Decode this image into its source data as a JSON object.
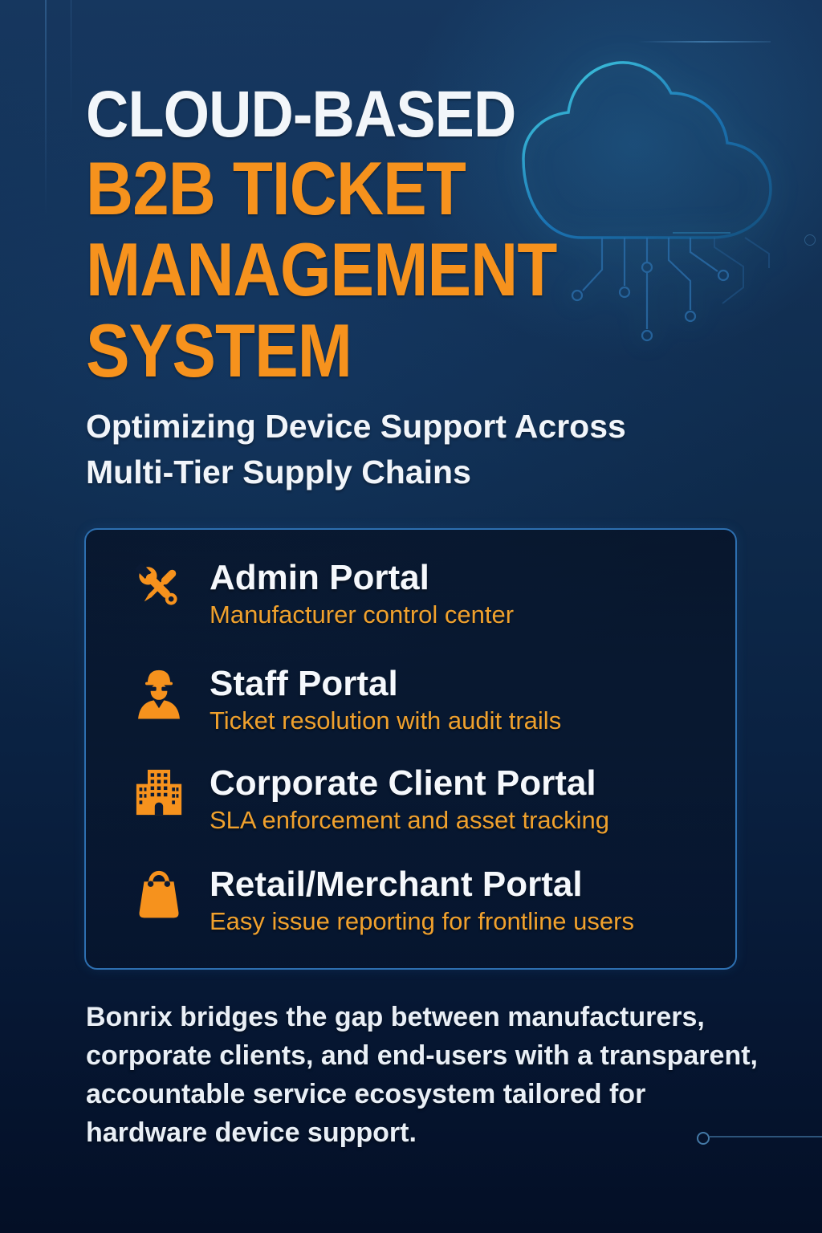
{
  "header": {
    "title_line": "CLOUD-BASED",
    "accent_lines": [
      "B2B TICKET",
      "MANAGEMENT",
      "SYSTEM"
    ],
    "subtitle_lines": [
      "Optimizing Device Support Across",
      "Multi-Tier Supply Chains"
    ]
  },
  "portals": {
    "items": [
      {
        "icon": "tools-icon",
        "title": "Admin Portal",
        "description": "Manufacturer control center"
      },
      {
        "icon": "technician-icon",
        "title": "Staff Portal",
        "description": "Ticket resolution with audit trails"
      },
      {
        "icon": "office-building-icon",
        "title": "Corporate Client Portal",
        "description": "SLA enforcement and asset tracking"
      },
      {
        "icon": "shopping-bag-icon",
        "title": "Retail/Merchant Portal",
        "description": "Easy issue reporting for frontline users"
      }
    ]
  },
  "footer": {
    "lines": [
      "Bonrix bridges the gap between manufacturers,",
      "corporate clients, and end-users with a transparent,",
      "accountable service ecosystem tailored for",
      "hardware device support."
    ]
  },
  "palette": {
    "accent_orange": "#F6921D",
    "description_orange": "#F0A12D",
    "title_white": "#F2F6FA",
    "panel_border_blue": "#2D6FB0",
    "background_navy_top": "#16375F",
    "background_navy_bottom": "#040F26",
    "cloud_cyan": "#45D6E6",
    "cloud_blue": "#1B74B4",
    "circuit_blue": "#2A6BA6"
  }
}
